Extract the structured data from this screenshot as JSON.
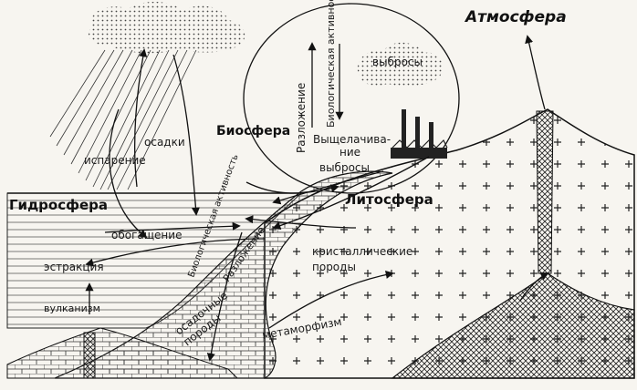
{
  "labels": {
    "atmosphere": "Атмосфера",
    "biosphere": "Биосфера",
    "hydrosphere": "Гидросфера",
    "lithosphere": "Литосфера",
    "emissions_cloud": "выбросы",
    "precipitation": "осадки",
    "evaporation": "испарение",
    "decomposition_top": "Разложение",
    "bio_activity_top": "Биологическая активность",
    "leaching": "Выщелачива-ние",
    "emissions": "выбросы",
    "enrichment": "обогащение",
    "extraction": "эстракция",
    "volcanism": "вулканизм",
    "bio_activity_low": "Биологическая активность",
    "decomposition_low": "Разложение",
    "crystalline": "кристаллические",
    "rocks": "породы",
    "sedimentary": "осадочные",
    "sedimentary_rocks": "породы",
    "metamorphism": "метаморфизм"
  }
}
